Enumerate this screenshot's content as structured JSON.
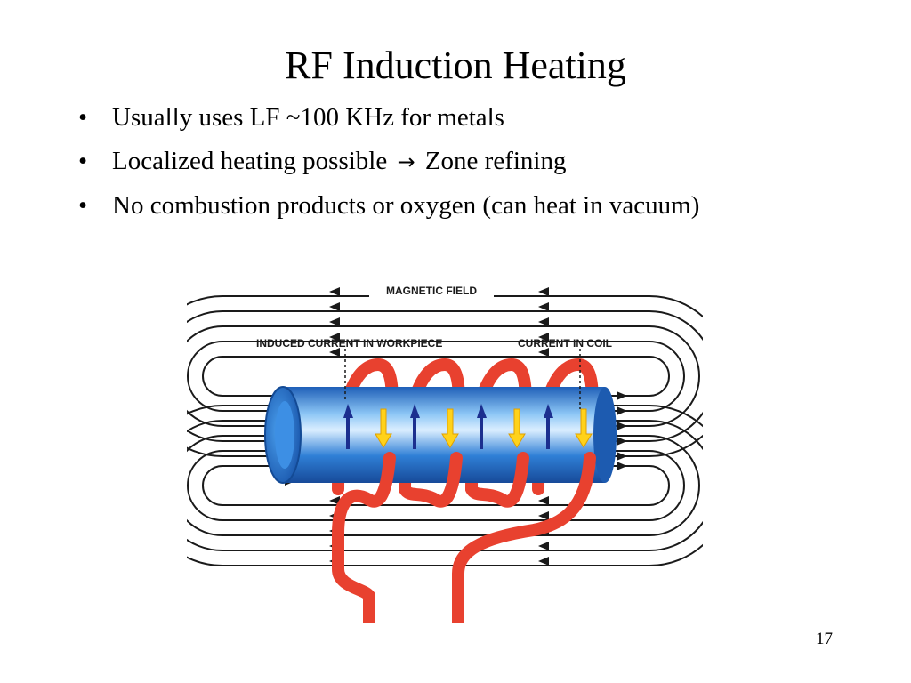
{
  "slide": {
    "title": "RF Induction Heating",
    "bullets": [
      {
        "before": "Usually uses LF ~100 KHz for metals",
        "arrow": "",
        "after": ""
      },
      {
        "before": "Localized heating possible ",
        "arrow": "→",
        "after": " Zone refining"
      },
      {
        "before": "No combustion products or oxygen (can heat in vacuum)",
        "arrow": "",
        "after": ""
      }
    ],
    "page_number": "17"
  },
  "diagram": {
    "labels": {
      "magnetic_field": "MAGNETIC FIELD",
      "induced_current": "INDUCED CURRENT IN WORKPIECE",
      "coil_current": "CURRENT IN COIL"
    },
    "colors": {
      "coil": "#e8412f",
      "workpiece": "#2f7fd6",
      "workpiece_highlight": "#dbeeff",
      "induced_arrow": "#1c2f8f",
      "coil_arrow": "#ffd21a",
      "field_line": "#1a1a1a"
    }
  }
}
